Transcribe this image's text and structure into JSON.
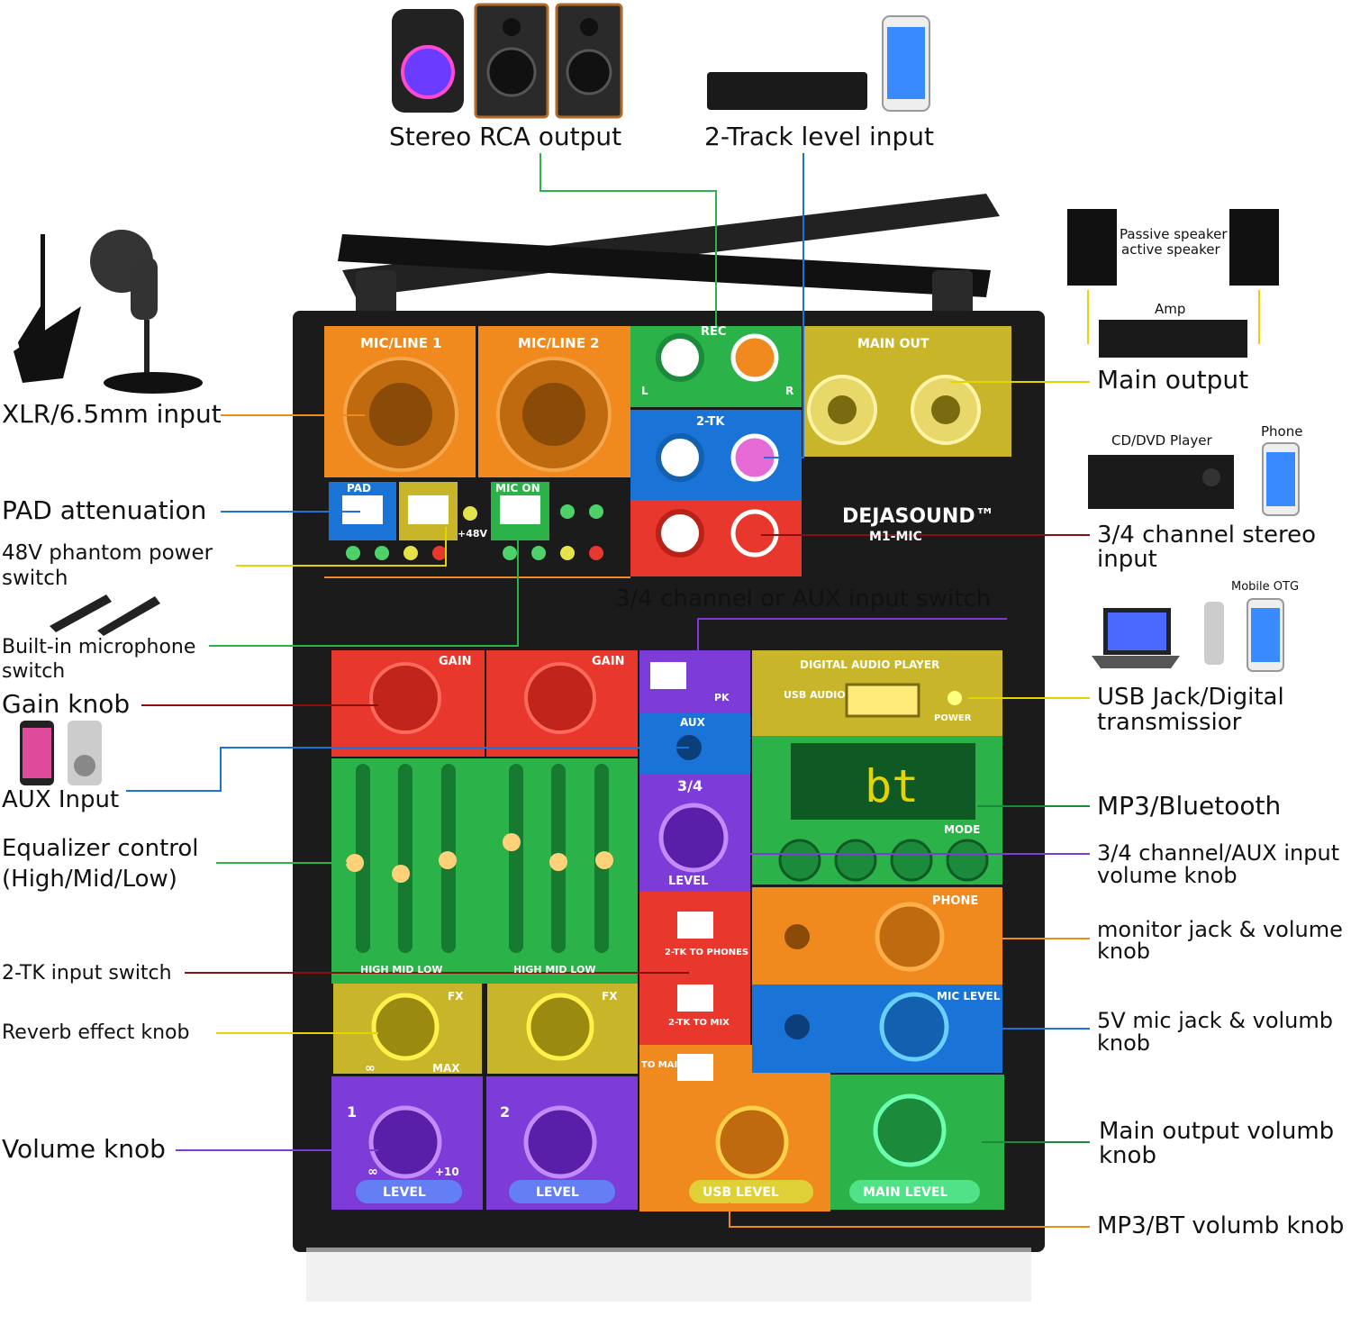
{
  "brand": {
    "name": "DEJASOUND™",
    "model": "M1-MIC"
  },
  "callouts": {
    "stereo_rca": "Stereo RCA output",
    "two_track": "2-Track level input",
    "xlr": "XLR/6.5mm input",
    "main_output": "Main output",
    "pad": "PAD attenuation",
    "phantom_1": "48V phantom power",
    "phantom_2": "switch",
    "ch34_stereo_1": "3/4 channel stereo",
    "ch34_stereo_2": "input",
    "aux_switch": "3/4 channel or AUX input switch",
    "builtin_mic_1": "Built-in microphone",
    "builtin_mic_2": "switch",
    "usb_jack_1": "USB Jack/Digital",
    "usb_jack_2": "transmissior",
    "gain": "Gain knob",
    "aux_input": "AUX Input",
    "mp3_bt": "MP3/Bluetooth",
    "eq_1": "Equalizer control",
    "eq_2": "(High/Mid/Low)",
    "ch34_volume_1": "3/4 channel/AUX input",
    "ch34_volume_2": "volume knob",
    "monitor_1": "monitor jack & volume",
    "monitor_2": "knob",
    "twotk_switch": "2-TK input switch",
    "reverb": "Reverb effect knob",
    "mic5v_1": "5V mic jack & volumb",
    "mic5v_2": "knob",
    "volume": "Volume knob",
    "main_vol_1": "Main output volumb",
    "main_vol_2": "knob",
    "mp3bt_vol": "MP3/BT volumb knob"
  },
  "small_labels": {
    "passive_1": "Passive speaker",
    "passive_2": "active speaker",
    "amp": "Amp",
    "cd": "CD/DVD Player",
    "phone": "Phone",
    "otg": "Mobile OTG"
  },
  "panel": {
    "mic_line_1": "MIC/LINE 1",
    "mic_line_2": "MIC/LINE 2",
    "rec": "REC",
    "main_out": "MAIN OUT",
    "two_tk": "2-TK",
    "pad": "PAD",
    "mic_on": "MIC ON",
    "p48v": "+48V",
    "gain": "GAIN",
    "fx": "FX",
    "level": "LEVEL",
    "aux": "AUX",
    "ch34": "3/4",
    "pk": "PK",
    "dap": "DIGITAL AUDIO PLAYER",
    "usb_audio": "USB AUDIO",
    "power": "POWER",
    "display": "bt",
    "mode": "MODE",
    "phone": "PHONE",
    "mic_level": "MIC LEVEL",
    "tk_phones": "2-TK TO PHONES",
    "tk_mix": "2-TK TO MIX",
    "to_main": "TO MAIN",
    "usb_level": "USB LEVEL",
    "main_level": "MAIN LEVEL",
    "eq_bands": "HIGH MID LOW",
    "ch1": "1",
    "ch2": "2",
    "l": "L",
    "r": "R",
    "infinity": "∞",
    "plus10": "+10",
    "max": "MAX"
  },
  "colors": {
    "orange": "#f08a1e",
    "green": "#2bb34a",
    "blue": "#1a73d6",
    "red": "#e8372c",
    "yellow": "#c9b52a",
    "purple": "#7d3bd8",
    "body": "#1b1b1b"
  }
}
